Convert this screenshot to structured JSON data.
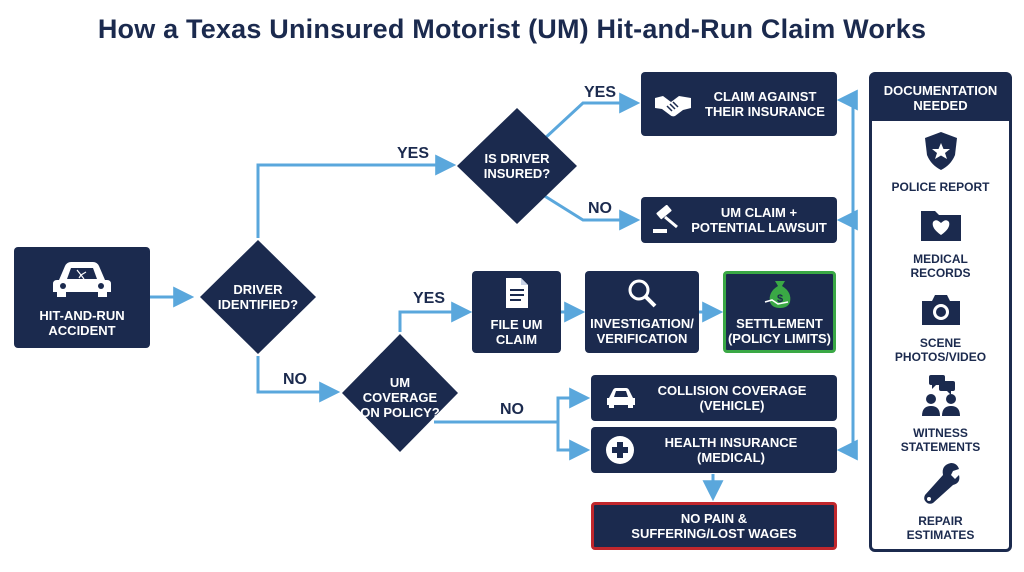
{
  "title": "How a Texas Uninsured Motorist (UM) Hit-and-Run Claim Works",
  "nodes": {
    "accident": "HIT-AND-RUN\nACCIDENT",
    "driver_identified": "DRIVER\nIDENTIFIED?",
    "is_driver_insured": "IS DRIVER\nINSURED?",
    "claim_against": "CLAIM AGAINST\nTHEIR INSURANCE",
    "um_claim_lawsuit": "UM CLAIM +\nPOTENTIAL LAWSUIT",
    "um_coverage": "UM\nCOVERAGE\nON POLICY?",
    "file_um_claim": "FILE UM\nCLAIM",
    "investigation": "INVESTIGATION/\nVERIFICATION",
    "settlement": "SETTLEMENT\n(POLICY LIMITS)",
    "collision": "COLLISION COVERAGE\n(VEHICLE)",
    "health": "HEALTH INSURANCE\n(MEDICAL)",
    "no_pain": "NO PAIN &\nSUFFERING/LOST WAGES"
  },
  "edges": {
    "yes_top": "YES",
    "yes_insured": "YES",
    "no_insured": "NO",
    "no_identified": "NO",
    "yes_um": "YES",
    "no_um": "NO"
  },
  "documentation": {
    "header": "DOCUMENTATION\nNEEDED",
    "items": [
      {
        "label": "POLICE REPORT",
        "icon": "badge-icon"
      },
      {
        "label": "MEDICAL\nRECORDS",
        "icon": "folder-heart-icon"
      },
      {
        "label": "SCENE\nPHOTOS/VIDEO",
        "icon": "camera-icon"
      },
      {
        "label": "WITNESS\nSTATEMENTS",
        "icon": "witness-icon"
      },
      {
        "label": "REPAIR\nESTIMATES",
        "icon": "wrench-icon"
      }
    ]
  },
  "colors": {
    "navy": "#1b2a4e",
    "arrow": "#5aa7dc",
    "green": "#3aa845",
    "red": "#c0272d"
  }
}
